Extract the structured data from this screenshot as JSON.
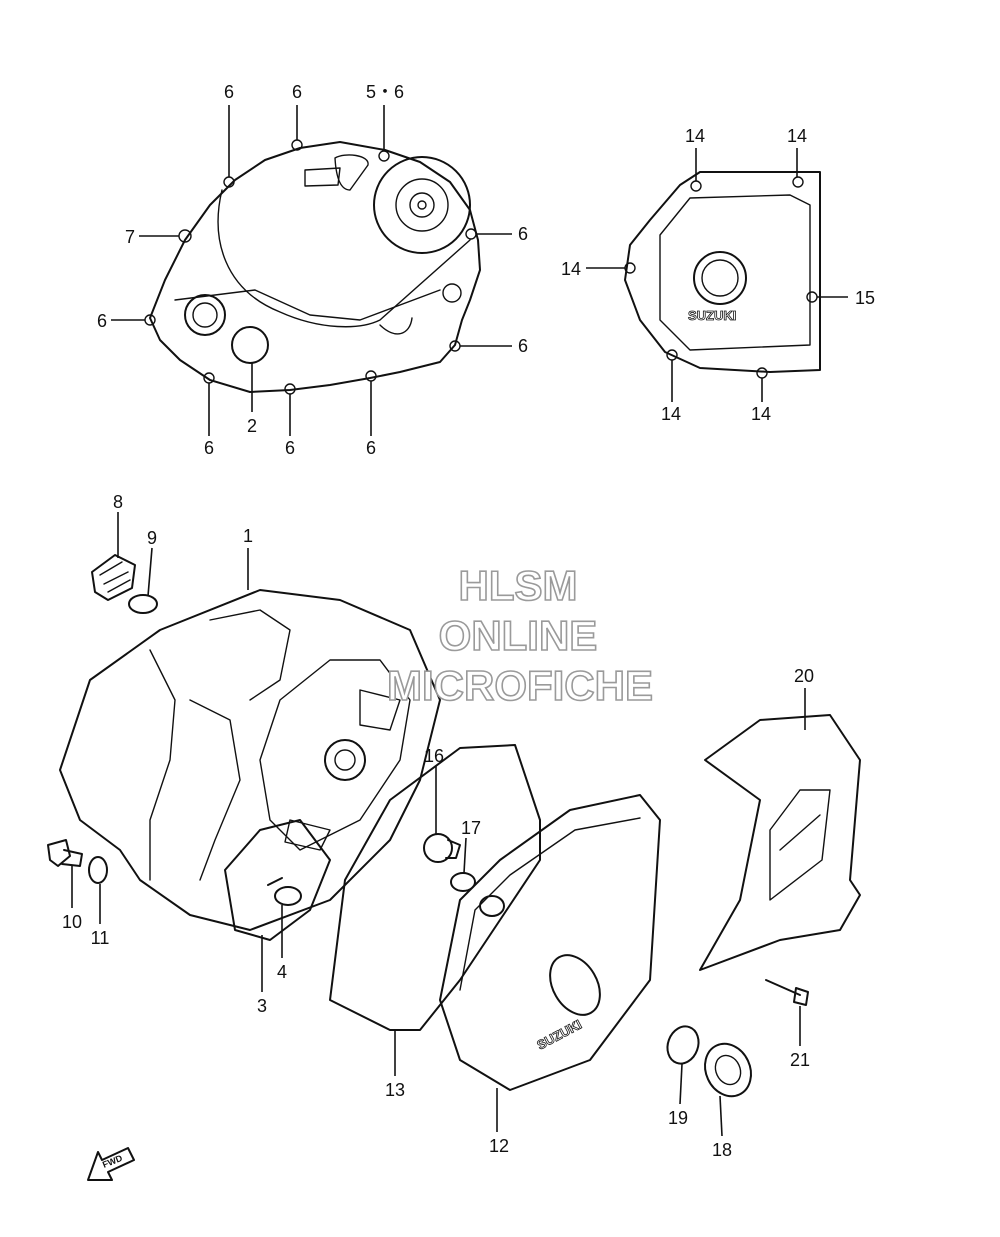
{
  "watermark": {
    "line1": "HLSM",
    "line2": "ONLINE",
    "line3": "MICROFICHE"
  },
  "brand_marks": {
    "small_cover": "SUZUKI",
    "large_cover": "SUZUKI"
  },
  "fwd_label": "FWD",
  "callouts": {
    "c_top_6a": "6",
    "c_top_6b": "6",
    "c_top_56": "5・6",
    "c_top_7": "7",
    "c_top_6c": "6",
    "c_top_6d": "6",
    "c_top_6e": "6",
    "c_top_6f": "6",
    "c_top_2": "2",
    "c_top_6g": "6",
    "c_top_6h": "6",
    "c_gen_14a": "14",
    "c_gen_14b": "14",
    "c_gen_14c": "14",
    "c_gen_15": "15",
    "c_gen_14d": "14",
    "c_gen_14e": "14",
    "c_1": "1",
    "c_8": "8",
    "c_9": "9",
    "c_10": "10",
    "c_11": "11",
    "c_3": "3",
    "c_4": "4",
    "c_16": "16",
    "c_17": "17",
    "c_13": "13",
    "c_12": "12",
    "c_19": "19",
    "c_18": "18",
    "c_20": "20",
    "c_21": "21"
  }
}
